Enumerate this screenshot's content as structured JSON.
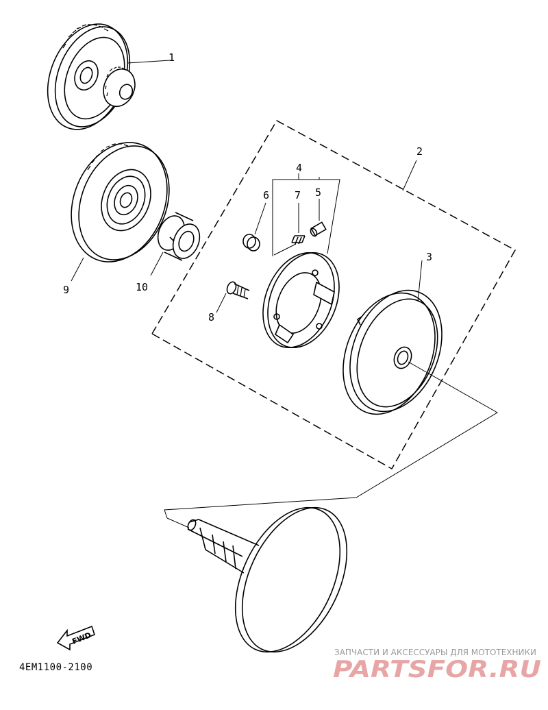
{
  "callouts": [
    {
      "id": "1",
      "label": "1"
    },
    {
      "id": "2",
      "label": "2"
    },
    {
      "id": "3",
      "label": "3"
    },
    {
      "id": "4",
      "label": "4"
    },
    {
      "id": "5",
      "label": "5"
    },
    {
      "id": "6",
      "label": "6"
    },
    {
      "id": "7",
      "label": "7"
    },
    {
      "id": "8",
      "label": "8"
    },
    {
      "id": "9",
      "label": "9"
    },
    {
      "id": "10",
      "label": "10"
    }
  ],
  "diagram_code": "4EM1100-2100",
  "fwd_label": "FWD",
  "watermark": {
    "tagline": "ЗАПЧАСТИ И АКСЕССУАРЫ ДЛЯ МОТОТЕХНИКИ",
    "brand": "PARTSFOR.RU"
  },
  "colors": {
    "line": "#000000",
    "watermark_gray": "#9a9a9a",
    "watermark_red": "#e7a5a5"
  }
}
